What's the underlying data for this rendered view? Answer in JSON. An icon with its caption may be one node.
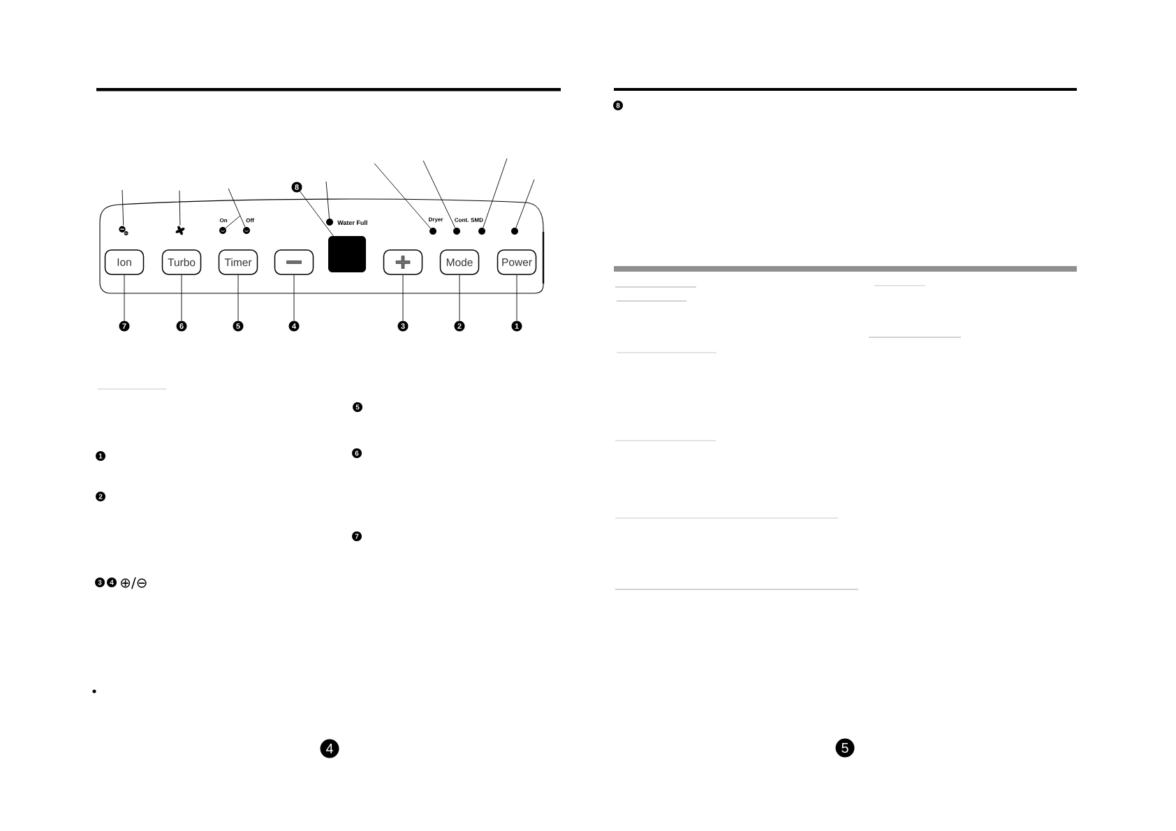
{
  "diagram": {
    "nodes": [
      {
        "text": [],
        "shape": "box"
      },
      {
        "text": [],
        "shape": "picture",
        "in": 0
      },
      {
        "text": [],
        "shape": "picture",
        "in": 0
      },
      {
        "text": [],
        "shape": "circle",
        "in": 0,
        "beside": [
          "On"
        ]
      },
      {
        "text": [],
        "shape": "circle",
        "in": 0,
        "beside": [
          "Off"
        ]
      },
      {
        "text": [],
        "shape": "circle",
        "in": 0,
        "beside": [
          "Water Full"
        ]
      },
      {
        "text": [],
        "shape": "circle",
        "in": 0,
        "beside": [
          "Dryer"
        ]
      },
      {
        "text": [],
        "shape": "circle",
        "in": 0,
        "beside": [
          "Cont."
        ]
      },
      {
        "text": [],
        "shape": "circle",
        "in": 0,
        "beside": [
          "SMD"
        ]
      },
      {
        "text": [],
        "shape": "circle",
        "in": 0
      },
      {
        "text": [
          "Ion"
        ],
        "in": 0
      },
      {
        "text": [
          "Turbo"
        ],
        "in": 0
      },
      {
        "text": [
          "Timer"
        ],
        "in": 0
      },
      {
        "text": [],
        "shape": "box",
        "in": 0
      },
      {
        "text": [],
        "shape": "box",
        "in": 0
      },
      {
        "text": [],
        "shape": "box",
        "in": 0
      },
      {
        "text": [
          "Mode"
        ],
        "in": 0
      },
      {
        "text": [
          "Power"
        ],
        "in": 0
      },
      {
        "text": [
          "8"
        ]
      },
      {
        "text": [
          "7"
        ]
      },
      {
        "text": [
          "6"
        ]
      },
      {
        "text": [
          "5"
        ]
      },
      {
        "text": [
          "4"
        ]
      },
      {
        "text": [
          "3"
        ]
      },
      {
        "text": [
          "2"
        ]
      },
      {
        "text": [
          "1"
        ]
      }
    ],
    "edges": [
      {
        "from": null,
        "to": 1,
        "arrow": "none"
      },
      {
        "from": null,
        "to": 2,
        "arrow": "none"
      },
      {
        "from": null,
        "to": 3,
        "arrow": "none"
      },
      {
        "from": null,
        "to": 4,
        "arrow": "none"
      },
      {
        "from": 18,
        "to": 14,
        "arrow": "none"
      },
      {
        "from": null,
        "to": 5,
        "arrow": "none"
      },
      {
        "from": null,
        "to": 6,
        "arrow": "none"
      },
      {
        "from": null,
        "to": 7,
        "arrow": "none"
      },
      {
        "from": null,
        "to": 8,
        "arrow": "none"
      },
      {
        "from": null,
        "to": 9,
        "arrow": "none"
      },
      {
        "from": 19,
        "to": 10,
        "arrow": "none"
      },
      {
        "from": 20,
        "to": 11,
        "arrow": "none"
      },
      {
        "from": 21,
        "to": 12,
        "arrow": "none"
      },
      {
        "from": 22,
        "to": 13,
        "arrow": "none"
      },
      {
        "from": 23,
        "to": 15,
        "arrow": "none"
      },
      {
        "from": 24,
        "to": 16,
        "arrow": "none"
      },
      {
        "from": 25,
        "to": 17,
        "arrow": "none"
      }
    ],
    "labels": [
      "1",
      "2",
      "3",
      "4",
      "⊕/⊖",
      "5",
      "6",
      "7",
      "4",
      "8",
      "5"
    ]
  }
}
